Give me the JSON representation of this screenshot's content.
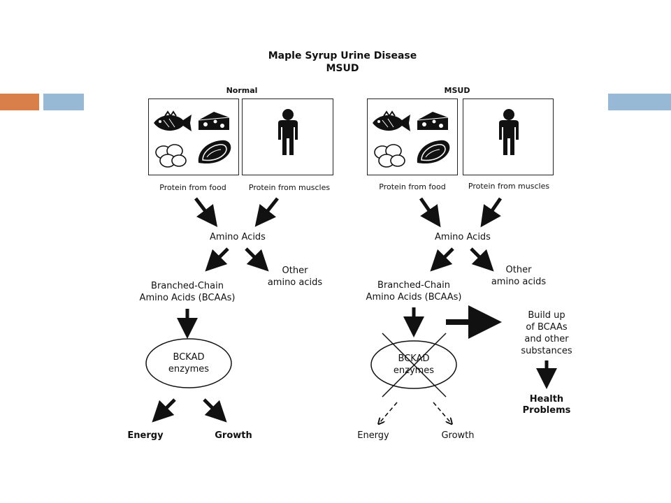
{
  "slide": {
    "accent_colors": {
      "orange": "#D9804A",
      "blue": "#98B9D6"
    }
  },
  "diagram": {
    "title": "Maple Syrup Urine Disease",
    "subtitle": "MSUD",
    "normal": {
      "heading": "Normal",
      "food_label": "Protein from food",
      "muscle_label": "Protein from muscles",
      "amino_acids": "Amino Acids",
      "other_amino_line1": "Other",
      "other_amino_line2": "amino acids",
      "bcaa_line1": "Branched-Chain",
      "bcaa_line2": "Amino Acids (BCAAs)",
      "enzyme_line1": "BCKAD",
      "enzyme_line2": "enzymes",
      "energy": "Energy",
      "growth": "Growth"
    },
    "msud": {
      "heading": "MSUD",
      "food_label": "Protein from food",
      "muscle_label": "Protein from muscles",
      "amino_acids": "Amino Acids",
      "other_amino_line1": "Other",
      "other_amino_line2": "amino acids",
      "bcaa_line1": "Branched-Chain",
      "bcaa_line2": "Amino Acids (BCAAs)",
      "enzyme_line1": "BCKAD",
      "enzyme_line2": "enzymes",
      "buildup_line1": "Build up",
      "buildup_line2": "of BCAAs",
      "buildup_line3": "and other",
      "buildup_line4": "substances",
      "health_line1": "Health",
      "health_line2": "Problems",
      "energy": "Energy",
      "growth": "Growth"
    },
    "icons": [
      "fish-icon",
      "cheese-icon",
      "eggs-icon",
      "meat-icon",
      "person-icon"
    ]
  }
}
